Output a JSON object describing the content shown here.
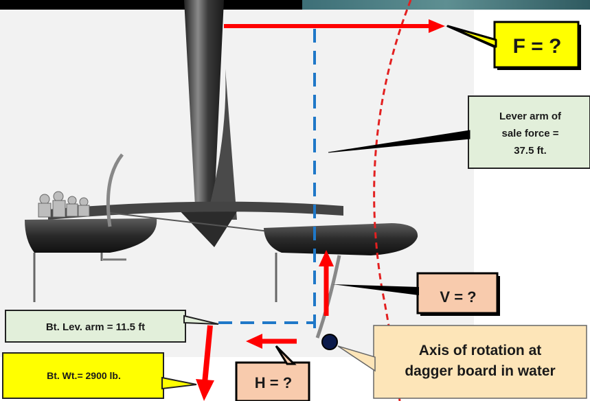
{
  "labels": {
    "force": "F = ?",
    "sail_lever_arm": "Lever arm of\nsale force =\n37.5 ft.",
    "vertical": "V = ?",
    "boat_lever_arm": "Bt. Lev.  arm = 11.5  ft",
    "axis": "Axis of rotation at\ndagger board in water",
    "boat_weight": "Bt. Wt.= 2900 lb.",
    "horizontal": "H = ?"
  },
  "colors": {
    "arrow": "#ff0000",
    "dashed_line": "#1f78c8",
    "rotation_path": "#e32020",
    "yellow_box": "#ffff00",
    "green_box": "#e2efda",
    "peach_box": "#f8cbad",
    "light_peach_box": "#fde5b8",
    "pivot": "#0b1a4a"
  },
  "icons": {
    "pivot": "filled-circle",
    "boat": "catamaran-silhouette"
  }
}
